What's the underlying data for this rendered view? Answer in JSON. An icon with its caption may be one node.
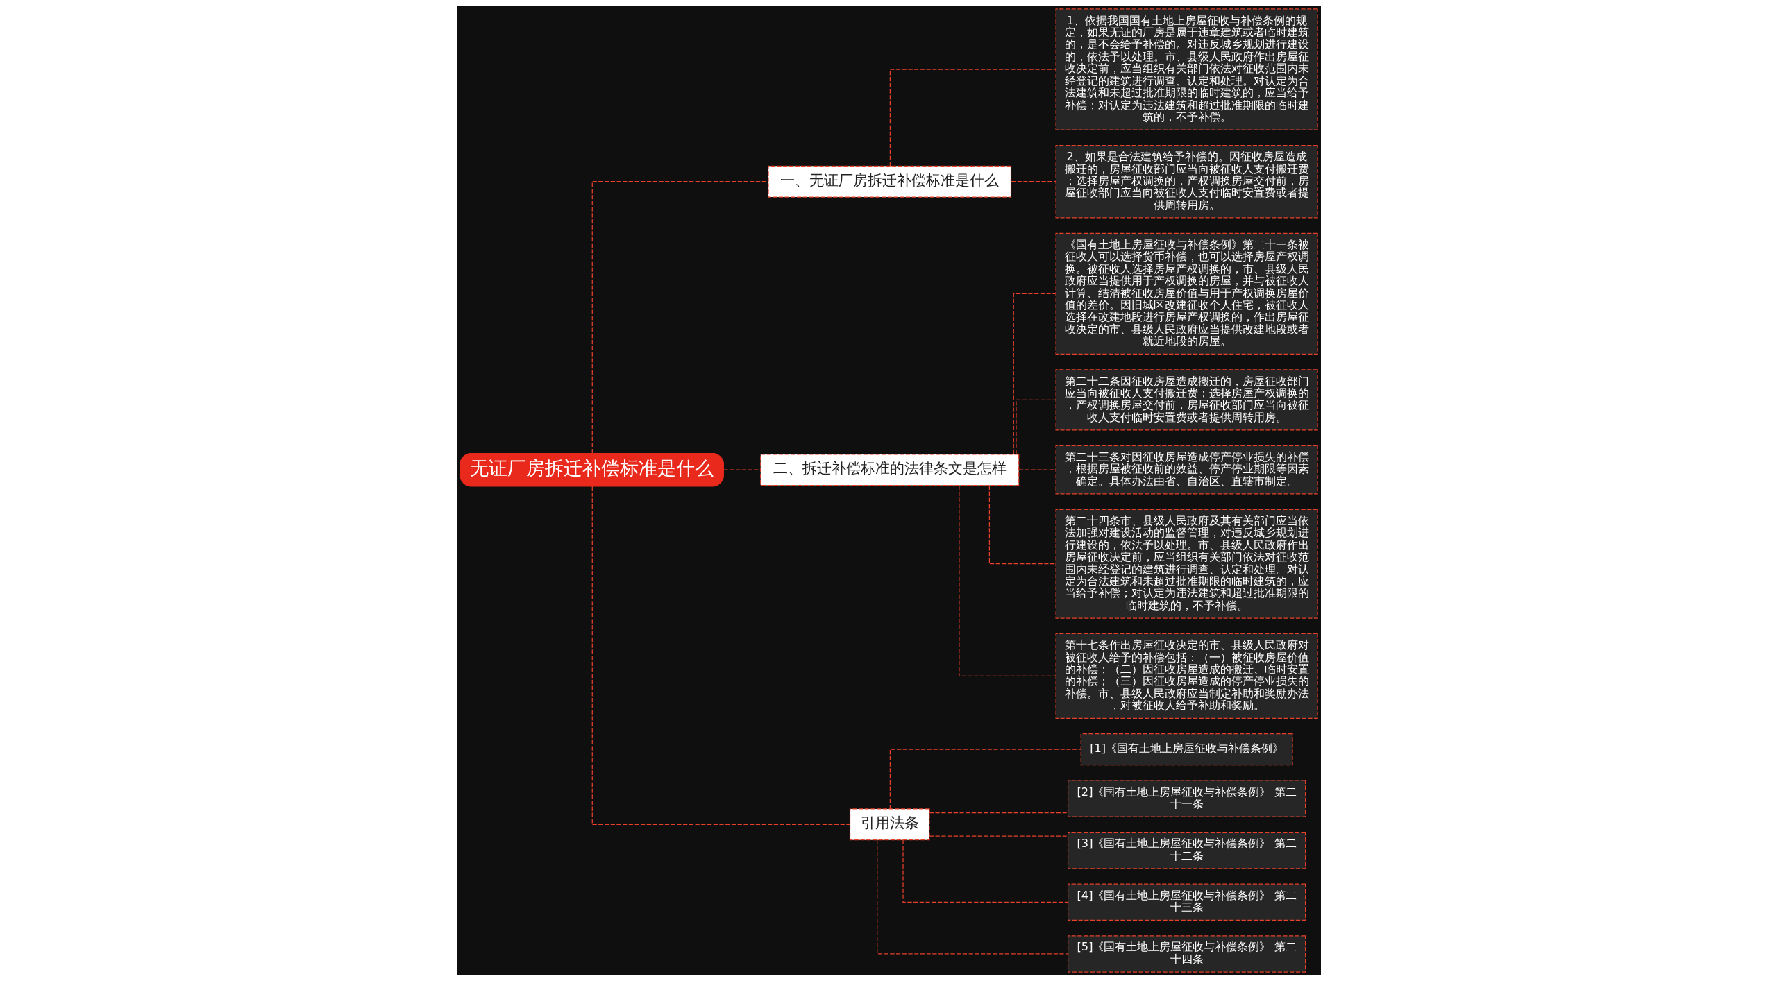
{
  "diagram": {
    "nodes": [
      {
        "text": [
          "无证厂房拆迁补偿标准是什么"
        ]
      },
      {
        "text": [
          "一、无证厂房拆迁补偿标准是什么"
        ]
      },
      {
        "text": [
          "1、依据我国国有土地上房屋征收与补偿条例的规定，如果无证的厂房是属于违章建筑或者临时建筑的，是不会给予补偿的。对违反城乡规划进行建设的，依法予以处理。市、县级人民政府作出房屋征收决定前，应当组织有关部门依法对征收范围内未经登记的建筑进行调查、认定和处理。对认定为合法建筑和未超过批准期限的临时建筑的，应当给予补偿；对认定为违法建筑和超过批准期限的临时建筑的，不予补偿。"
        ]
      },
      {
        "text": [
          "2、如果是合法建筑给予补偿的。因征收房屋造成搬迁的，房屋征收部门应当向被征收人支付搬迁费；选择房屋产权调换的，产权调换房屋交付前，房屋征收部门应当向被征收人支付临时安置费或者提供周转用房。"
        ]
      },
      {
        "text": [
          "二、拆迁补偿标准的法律条文是怎样"
        ]
      },
      {
        "text": [
          "《国有土地上房屋征收与补偿条例》第二十一条被征收人可以选择货币补偿，也可以选择房屋产权调换。被征收人选择房屋产权调换的，市、县级人民政府应当提供用于产权调换的房屋，并与被征收人计算、结清被征收房屋价值与用于产权调换房屋价值的差价。因旧城区改建征收个人住宅，被征收人选择在改建地段进行房屋产权调换的，作出房屋征收决定的市、县级人民政府应当提供改建地段或者就近地段的房屋。"
        ]
      },
      {
        "text": [
          "第二十二条因征收房屋造成搬迁的，房屋征收部门应当向被征收人支付搬迁费；选择房屋产权调换的，产权调换房屋交付前，房屋征收部门应当向被征收人支付临时安置费或者提供周转用房。"
        ]
      },
      {
        "text": [
          "第二十三条对因征收房屋造成停产停业损失的补偿，根据房屋被征收前的效益、停产停业期限等因素确定。具体办法由省、自治区、直辖市制定。"
        ]
      },
      {
        "text": [
          "第二十四条市、县级人民政府及其有关部门应当依法加强对建设活动的监督管理，对违反城乡规划进行建设的，依法予以处理。市、县级人民政府作出房屋征收决定前，应当组织有关部门依法对征收范围内未经登记的建筑进行调查、认定和处理。对认定为合法建筑和未超过批准期限的临时建筑的，应当给予补偿；对认定为违法建筑和超过批准期限的临时建筑的，不予补偿。"
        ]
      },
      {
        "text": [
          "第十七条作出房屋征收决定的市、县级人民政府对被征收人给予的补偿包括：（一）被征收房屋价值的补偿；（二）因征收房屋造成的搬迁、临时安置的补偿；（三）因征收房屋造成的停产停业损失的补偿。市、县级人民政府应当制定补助和奖励办法，对被征收人给予补助和奖励。"
        ]
      },
      {
        "text": [
          "引用法条"
        ]
      },
      {
        "text": [
          "[1]《国有土地上房屋征收与补偿条例》"
        ]
      },
      {
        "text": [
          "[2]《国有土地上房屋征收与补偿条例》 第二十一条"
        ]
      },
      {
        "text": [
          "[3]《国有土地上房屋征收与补偿条例》 第二十二条"
        ]
      },
      {
        "text": [
          "[4]《国有土地上房屋征收与补偿条例》 第二十三条"
        ]
      },
      {
        "text": [
          "[5]《国有土地上房屋征收与补偿条例》 第二十四条"
        ]
      }
    ],
    "edges": [
      {
        "from": 0,
        "to": 1,
        "arrow": "none",
        "style": "dashed"
      },
      {
        "from": 1,
        "to": 2,
        "arrow": "none",
        "style": "dashed"
      },
      {
        "from": 1,
        "to": 3,
        "arrow": "none",
        "style": "dashed"
      },
      {
        "from": 0,
        "to": 4,
        "arrow": "none",
        "style": "dashed"
      },
      {
        "from": 4,
        "to": 5,
        "arrow": "none",
        "style": "dashed"
      },
      {
        "from": 4,
        "to": 6,
        "arrow": "none",
        "style": "dashed"
      },
      {
        "from": 4,
        "to": 7,
        "arrow": "none",
        "style": "dashed"
      },
      {
        "from": 4,
        "to": 8,
        "arrow": "none",
        "style": "dashed"
      },
      {
        "from": 4,
        "to": 9,
        "arrow": "none",
        "style": "dashed"
      },
      {
        "from": 0,
        "to": 10,
        "arrow": "none",
        "style": "dashed"
      },
      {
        "from": 10,
        "to": 11,
        "arrow": "none",
        "style": "dashed"
      },
      {
        "from": 10,
        "to": 12,
        "arrow": "none",
        "style": "dashed"
      },
      {
        "from": 10,
        "to": 13,
        "arrow": "none",
        "style": "dashed"
      },
      {
        "from": 10,
        "to": 14,
        "arrow": "none",
        "style": "dashed"
      },
      {
        "from": 10,
        "to": 15,
        "arrow": "none",
        "style": "dashed"
      }
    ]
  }
}
